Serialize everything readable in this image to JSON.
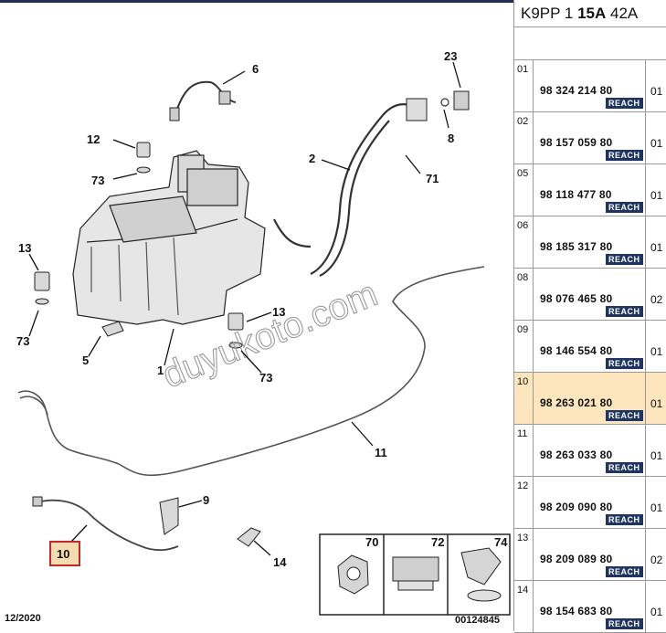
{
  "header": {
    "prefix": "K9PP 1 ",
    "bold": "15A",
    "suffix": " 42A"
  },
  "watermark": "duyukoto.com",
  "labels": [
    "6",
    "23",
    "12",
    "73",
    "2",
    "8",
    "71",
    "13",
    "73",
    "5",
    "1",
    "13",
    "73",
    "11",
    "9",
    "10",
    "14",
    "70",
    "72",
    "74"
  ],
  "footer": {
    "date": "12/2020",
    "code": "00124845"
  },
  "parts": [
    {
      "pos": "01",
      "ref": "98 324 214 80",
      "badge": "REACH",
      "qty": "01",
      "selected": false
    },
    {
      "pos": "02",
      "ref": "98 157 059 80",
      "badge": "REACH",
      "qty": "01",
      "selected": false
    },
    {
      "pos": "05",
      "ref": "98 118 477 80",
      "badge": "REACH",
      "qty": "01",
      "selected": false
    },
    {
      "pos": "06",
      "ref": "98 185 317 80",
      "badge": "REACH",
      "qty": "01",
      "selected": false
    },
    {
      "pos": "08",
      "ref": "98 076 465 80",
      "badge": "REACH",
      "qty": "02",
      "selected": false
    },
    {
      "pos": "09",
      "ref": "98 146 554 80",
      "badge": "REACH",
      "qty": "01",
      "selected": false
    },
    {
      "pos": "10",
      "ref": "98 263 021 80",
      "badge": "REACH",
      "qty": "01",
      "selected": true
    },
    {
      "pos": "11",
      "ref": "98 263 033 80",
      "badge": "REACH",
      "qty": "01",
      "selected": false
    },
    {
      "pos": "12",
      "ref": "98 209 090 80",
      "badge": "REACH",
      "qty": "01",
      "selected": false
    },
    {
      "pos": "13",
      "ref": "98 209 089 80",
      "badge": "REACH",
      "qty": "02",
      "selected": false
    },
    {
      "pos": "14",
      "ref": "98 154 683 80",
      "badge": "REACH",
      "qty": "01",
      "selected": false
    }
  ],
  "colors": {
    "selected_row": "#fde6bd",
    "badge": "#1e3462",
    "highlight_box": "#c62828"
  }
}
